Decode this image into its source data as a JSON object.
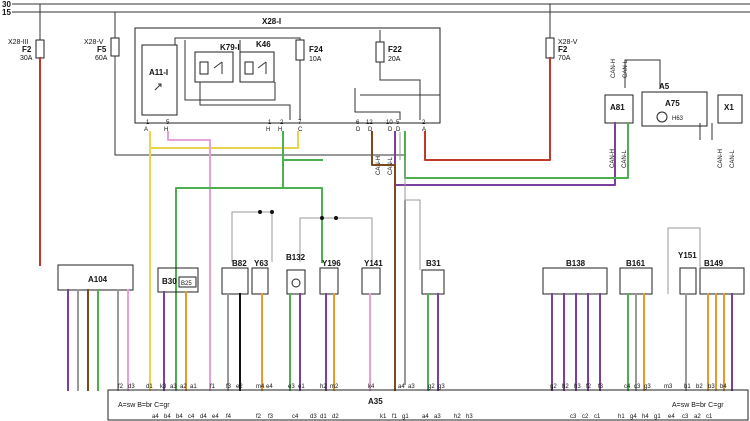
{
  "rails": [
    "30",
    "15"
  ],
  "fuses": {
    "f2_left": {
      "loc": "X28-III",
      "name": "F2",
      "rating": "30A"
    },
    "f5": {
      "loc": "X28-V",
      "name": "F5",
      "rating": "60A"
    },
    "f24": {
      "name": "F24",
      "rating": "10A"
    },
    "f22": {
      "name": "F22",
      "rating": "20A"
    },
    "f2_right": {
      "loc": "X28-V",
      "name": "F2",
      "rating": "70A"
    }
  },
  "components": {
    "x28": "X28-I",
    "a11": "A11-I",
    "k79": "K79-I",
    "k46": "K46",
    "a104": "A104",
    "b30": "B30",
    "b25": "B25",
    "b82": "B82",
    "y63": "Y63",
    "b132": "B132",
    "y196": "Y196",
    "y141": "Y141",
    "b31": "B31",
    "b138": "B138",
    "b161": "B161",
    "y151": "Y151",
    "b149": "B149",
    "a81": "A81",
    "a5": "A5",
    "a75": "A75",
    "h63": "H63",
    "x1": "X1",
    "a35": "A35",
    "legend": "A=sw  B=br  C=gr"
  },
  "bus_labels": {
    "can_h": "CAN-H",
    "can_l": "CAN-L"
  },
  "wire_colors": {
    "red": "#c0392b",
    "yellow": "#e8d44d",
    "green": "#4caf50",
    "brown": "#7a4a1e",
    "violet": "#7b3fa0",
    "pink": "#e8a0d8",
    "grey": "#9a9a9a",
    "orange": "#e89a2c",
    "black": "#111111"
  }
}
